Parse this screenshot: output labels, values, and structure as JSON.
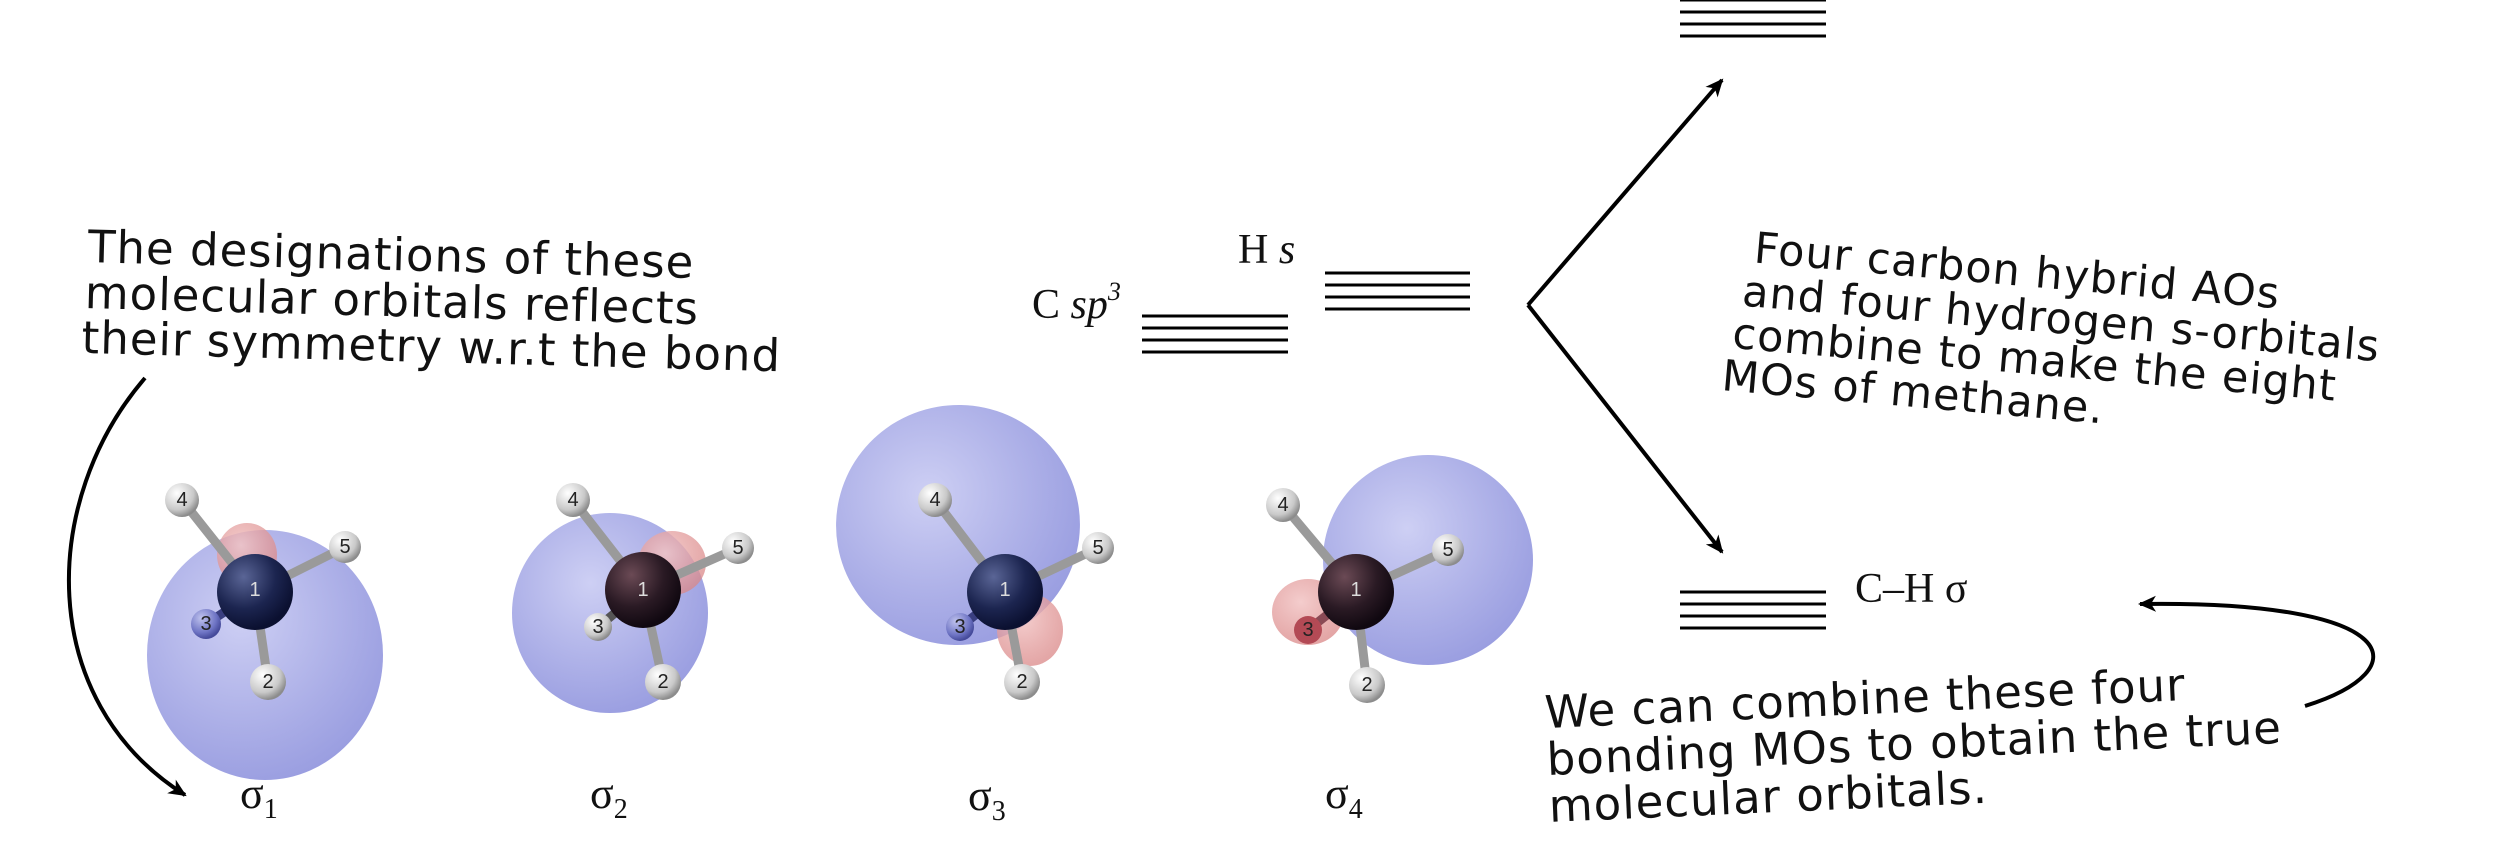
{
  "notes": {
    "designations": [
      "The designations of these",
      "molecular orbitals reflects",
      "their symmetry w.r.t the bond"
    ],
    "combine_aos": [
      "Four carbon hybrid AOs",
      "and four hydrogen s-orbitals",
      "combine to make the eight",
      "MOs of methane."
    ],
    "combine_mos": [
      "We can combine these four",
      "bonding MOs to obtain the true",
      "molecular orbitals."
    ]
  },
  "energy_levels": {
    "c_sp3": {
      "prefix": "C ",
      "orbital": "sp",
      "superscript": "3"
    },
    "h_s": {
      "prefix": "H ",
      "orbital": "s"
    },
    "ch_sigma": "C–H σ"
  },
  "orbitals": [
    {
      "symbol": "σ",
      "subscript": "1"
    },
    {
      "symbol": "σ",
      "subscript": "2"
    },
    {
      "symbol": "σ",
      "subscript": "3"
    },
    {
      "symbol": "σ",
      "subscript": "4"
    }
  ],
  "atom_labels": {
    "carbon": "1",
    "h2": "2",
    "h3": "3",
    "h4": "4",
    "h5": "5"
  },
  "colors": {
    "lobe_blue": "#8f93e2",
    "lobe_red": "#e29a9a",
    "carbon": "#1c2550",
    "hydrogen": "#d9d9d9",
    "ink": "#111111"
  }
}
